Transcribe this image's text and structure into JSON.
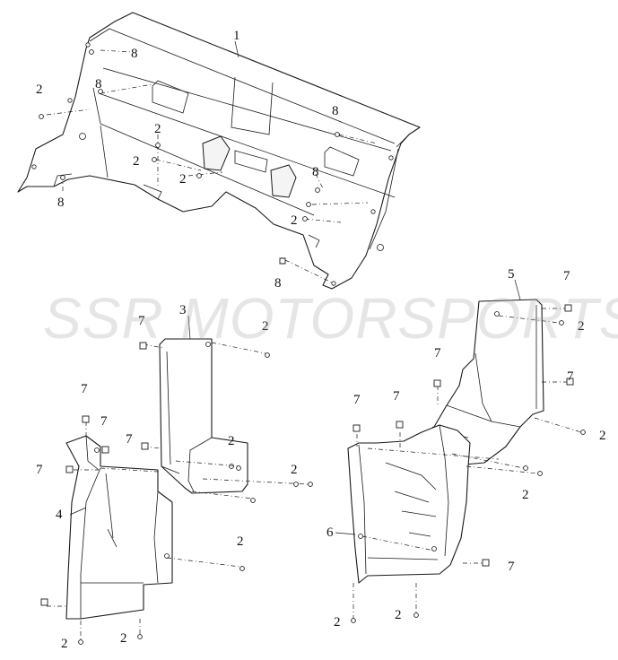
{
  "diagram": {
    "callouts": {
      "c1": "1",
      "c2": "2",
      "c3": "3",
      "c4": "4",
      "c5": "5",
      "c6": "6",
      "c7": "7",
      "c8": "8"
    },
    "watermark": "SSR MOTORSPORTS",
    "colors": {
      "line": "#1a1a1a",
      "background": "#ffffff",
      "watermark": "#a0a0a0"
    }
  }
}
